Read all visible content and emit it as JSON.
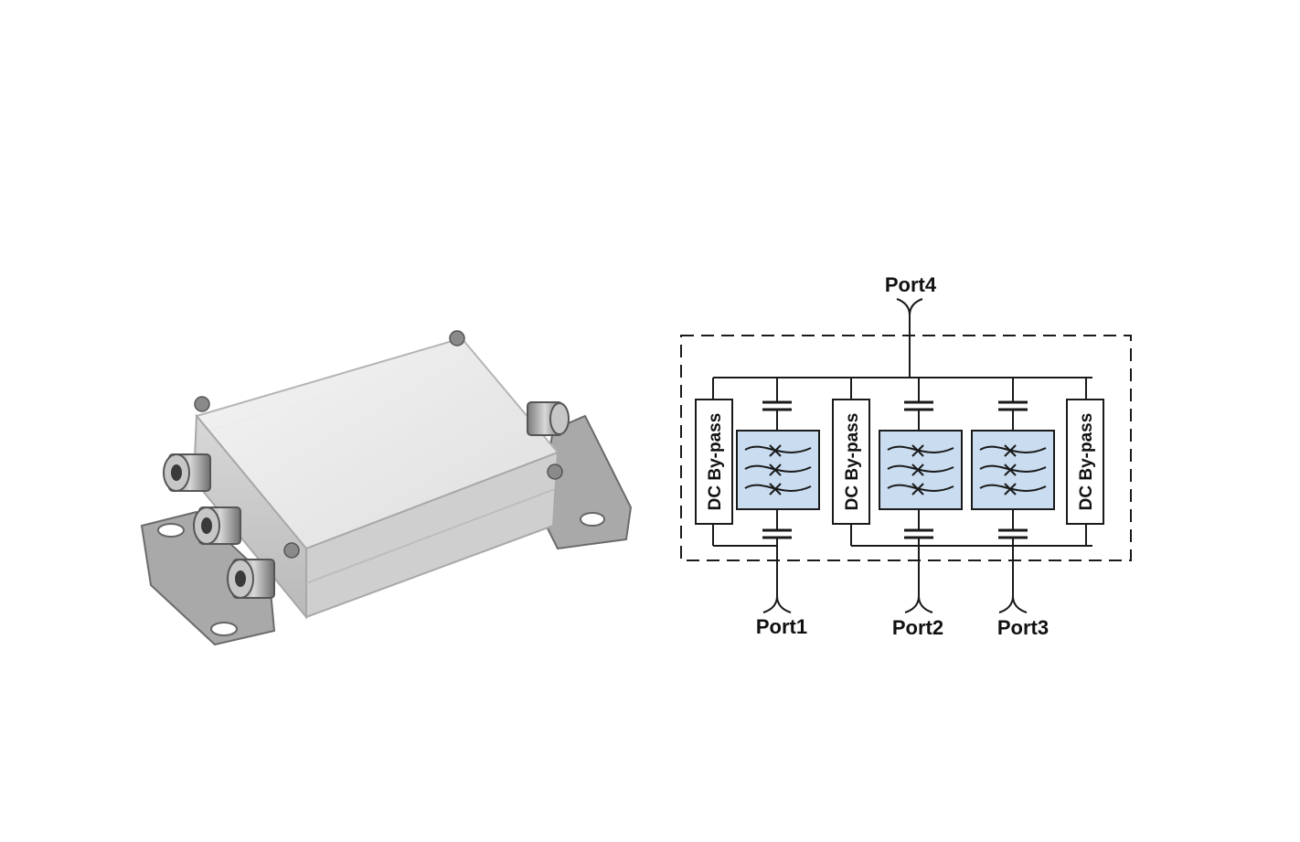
{
  "diagram": {
    "ports": {
      "top": "Port4",
      "bottom": [
        "Port1",
        "Port2",
        "Port3"
      ]
    },
    "dc_bypass_label": "DC By-pass",
    "filter_count": 3,
    "dc_bypass_count": 3
  },
  "colors": {
    "filter_fill": "#c9dcf0",
    "line": "#1a1a1a",
    "enclosure": "#e6e6e6",
    "bracket": "#9a9a9a"
  },
  "icons": [
    "combiner-unit-photo",
    "band-pass-filter-icon",
    "capacitor-icon",
    "antenna-port-icon"
  ]
}
